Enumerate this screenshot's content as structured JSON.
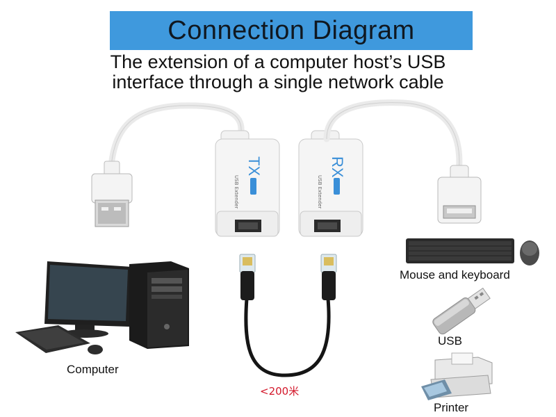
{
  "header": {
    "title": "Connection Diagram",
    "subtitle_line1": "The extension of a computer host’s USB",
    "subtitle_line2": "interface through a single network cable"
  },
  "adapters": {
    "tx_label": "TX",
    "rx_label": "RX"
  },
  "labels": {
    "computer": "Computer",
    "mouse_keyboard": "Mouse and keyboard",
    "usb": "USB",
    "printer": "Printer",
    "distance": "<200米"
  },
  "colors": {
    "title_background": "#3f99dd",
    "distance_text": "#d3172a",
    "adapter_accent": "#3a8fd8"
  },
  "icons": [
    "usb-a-male-plug-icon",
    "usb-a-female-socket-icon",
    "rj45-plug-icon",
    "computer-monitor-icon",
    "pc-tower-icon",
    "keyboard-icon",
    "mouse-icon",
    "usb-flash-drive-icon",
    "printer-icon"
  ]
}
